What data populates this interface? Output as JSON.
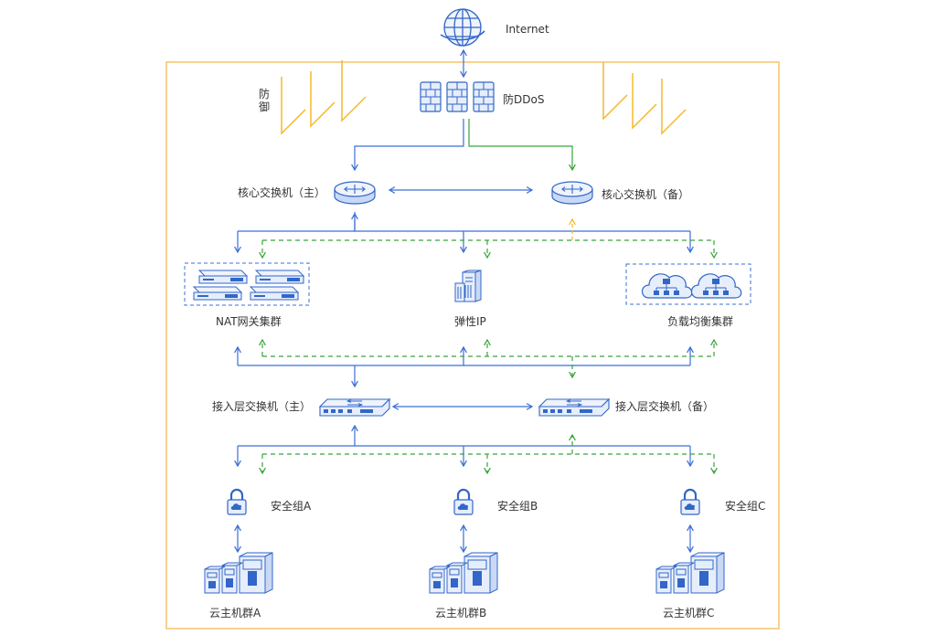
{
  "title": "",
  "colors": {
    "primary_link": "#3b6fd6",
    "backup_link": "#3aa53a",
    "defense": "#f5b92c",
    "zone_border": "#f5c26b",
    "icon_stroke": "#3266c8",
    "icon_fill": "#e6eefb",
    "text": "#333333"
  },
  "internet": {
    "label": "Internet",
    "icon": "globe-icon"
  },
  "defense": {
    "label": "防御",
    "icon": "zigzag-defense-lines"
  },
  "ddos": {
    "label": "防DDoS",
    "icon": "firewall-icon"
  },
  "core_switch": {
    "primary_label": "核心交换机（主）",
    "backup_label": "核心交换机（备）",
    "icon": "router-icon"
  },
  "nat": {
    "label": "NAT网关集群",
    "icon": "gateway-icon"
  },
  "eip": {
    "label": "弹性IP",
    "icon": "building-icon"
  },
  "lb": {
    "label": "负载均衡集群",
    "icon": "cloud-network-icon"
  },
  "access_switch": {
    "primary_label": "接入层交换机（主）",
    "backup_label": "接入层交换机（备）",
    "icon": "switch-icon"
  },
  "security_groups": [
    {
      "label": "安全组A",
      "icon": "lock-icon"
    },
    {
      "label": "安全组B",
      "icon": "lock-icon"
    },
    {
      "label": "安全组C",
      "icon": "lock-icon"
    }
  ],
  "host_groups": [
    {
      "label": "云主机群A",
      "icon": "server-icon"
    },
    {
      "label": "云主机群B",
      "icon": "server-icon"
    },
    {
      "label": "云主机群C",
      "icon": "server-icon"
    }
  ]
}
